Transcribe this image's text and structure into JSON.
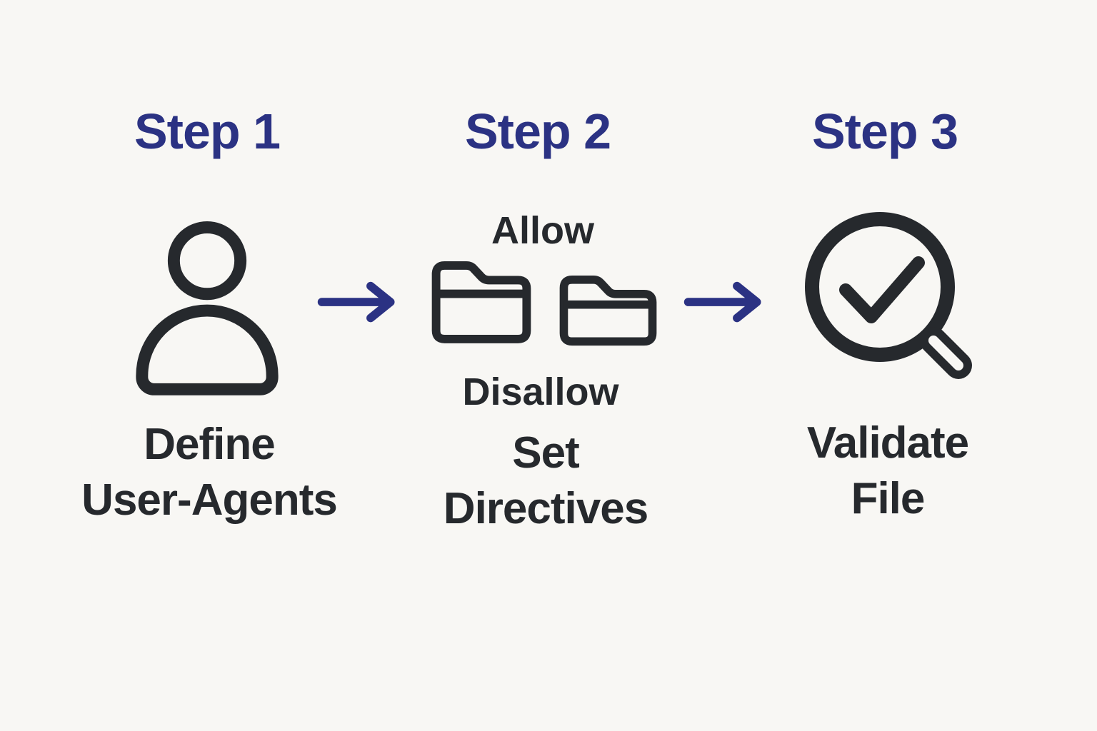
{
  "colors": {
    "background": "#f8f7f4",
    "accent": "#2b3283",
    "ink": "#26292d"
  },
  "steps": [
    {
      "title": "Step 1",
      "icon": "user-icon",
      "label_line1": "Define",
      "label_line2": "User-Agents"
    },
    {
      "title": "Step 2",
      "icon": "folders-icon",
      "annotation_top": "Allow",
      "annotation_bottom": "Disallow",
      "label_line1": "Set",
      "label_line2": "Directives"
    },
    {
      "title": "Step 3",
      "icon": "magnifier-check-icon",
      "label_line1": "Validate",
      "label_line2": "File"
    }
  ],
  "arrows": [
    {
      "icon": "arrow-right-icon"
    },
    {
      "icon": "arrow-right-icon"
    }
  ]
}
